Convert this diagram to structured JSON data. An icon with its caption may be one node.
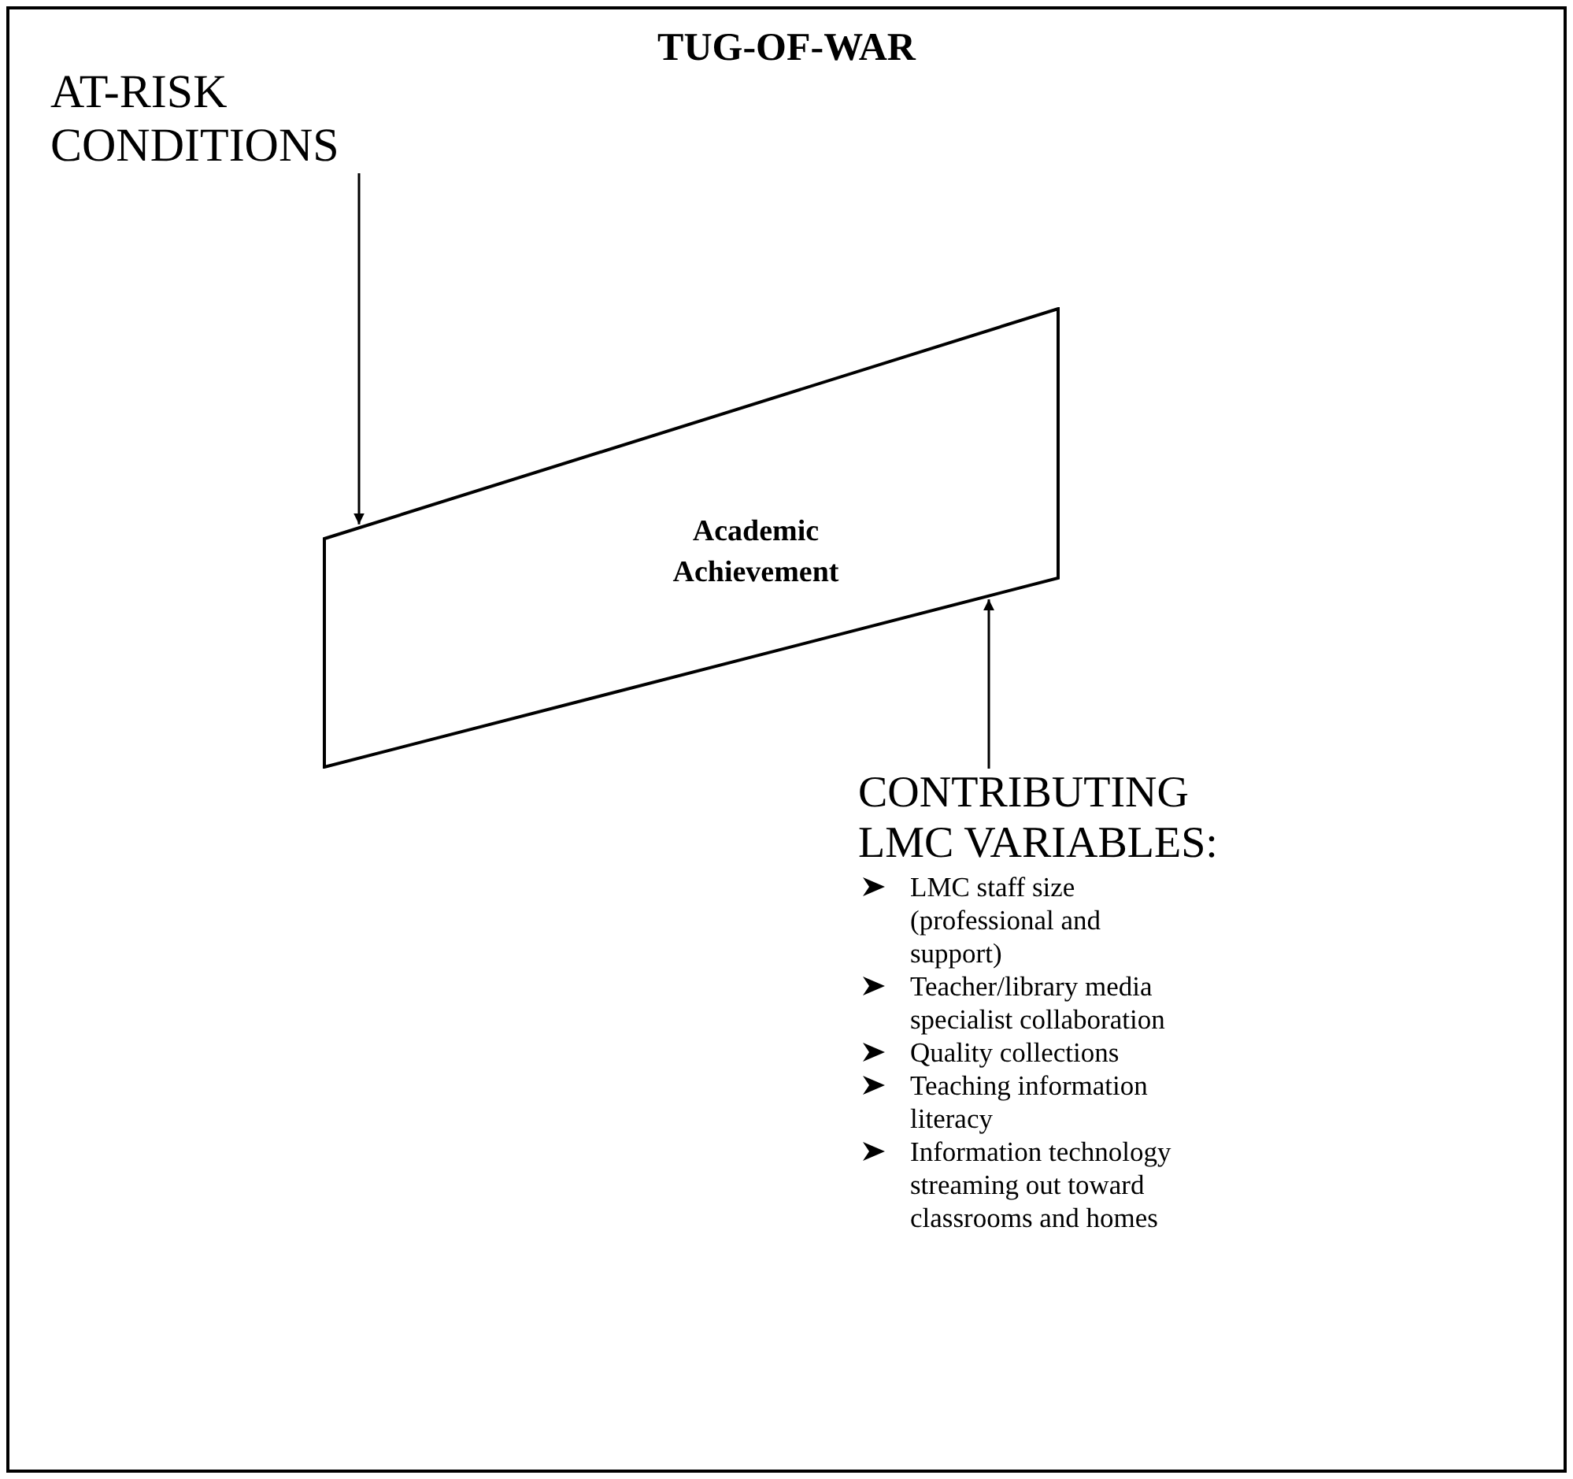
{
  "diagram": {
    "title": "TUG-OF-WAR",
    "nodes": [
      {
        "text": [
          "AT-RISK CONDITIONS"
        ]
      },
      {
        "text": [
          "Academic Achievement"
        ]
      },
      {
        "text": [
          "CONTRIBUTING LMC VARIABLES:",
          "LMC staff size (professional and support)",
          "Teacher/library media specialist collaboration",
          "Quality collections",
          "Teaching information literacy",
          "Information technology streaming out toward classrooms and homes"
        ]
      }
    ],
    "edges": [
      {
        "from": 0,
        "to": 1,
        "arrow": "to"
      },
      {
        "from": 2,
        "to": 1,
        "arrow": "to"
      }
    ]
  }
}
